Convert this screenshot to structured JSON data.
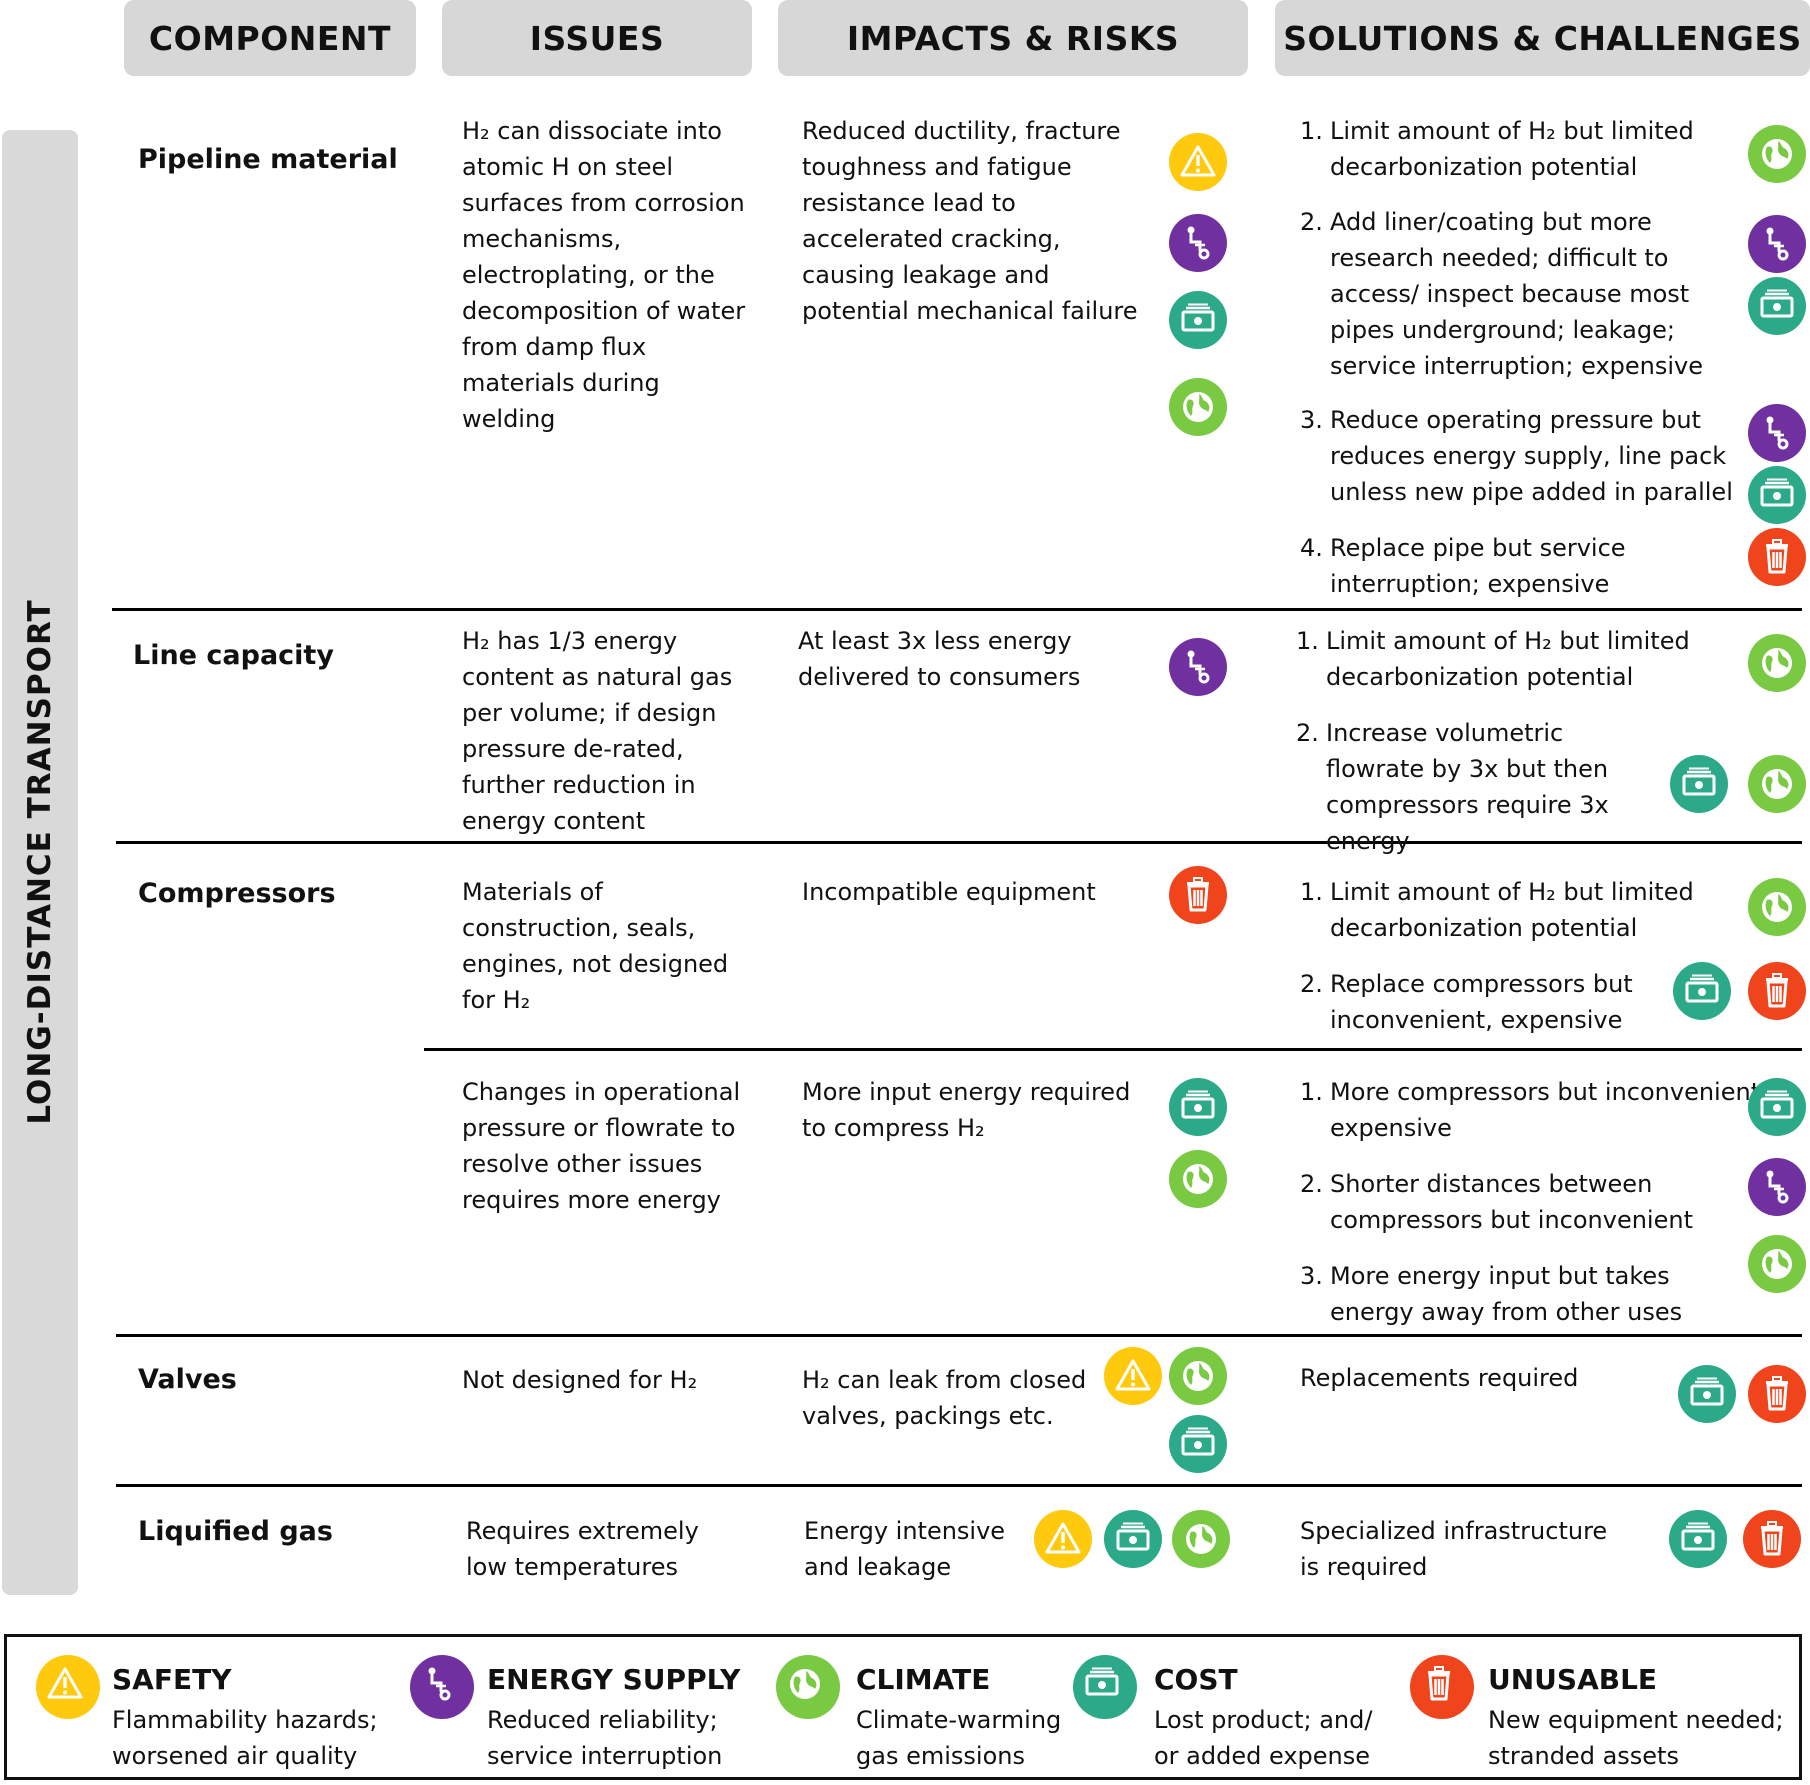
{
  "headers": {
    "component": "COMPONENT",
    "issues": "ISSUES",
    "impacts": "IMPACTS & RISKS",
    "solutions": "SOLUTIONS & CHALLENGES"
  },
  "side_label": "LONG-DISTANCE TRANSPORT",
  "rows": {
    "pipeline": {
      "component": "Pipeline material",
      "issue": "H₂ can dissociate into atomic H on steel surfaces from corrosion mechanisms, electroplating, or the decomposition of water from damp flux materials during welding",
      "impact": "Reduced ductility, fracture toughness and fatigue resistance lead to accelerated cracking, causing leakage and potential mechanical failure",
      "solutions": [
        "Limit amount of H₂ but limited decarbonization potential",
        "Add liner/coating but more research needed; difficult to access/ inspect because most pipes underground; leakage; service interruption; expensive",
        "Reduce operating pressure but reduces energy supply, line pack unless new pipe added in parallel",
        "Replace pipe but service interruption; expensive"
      ]
    },
    "line_capacity": {
      "component": "Line capacity",
      "issue": "H₂ has 1/3 energy content as natural gas per volume; if design pressure de-rated, further reduction in energy content",
      "impact": "At least 3x less energy delivered to consumers",
      "solutions": [
        "Limit amount of H₂ but limited decarbonization potential",
        "Increase volumetric flowrate by 3x but then compressors require 3x energy"
      ]
    },
    "compressors": {
      "component": "Compressors",
      "issue": "Materials of construction, seals, engines,  not designed for H₂",
      "impact": "Incompatible equipment",
      "solutions": [
        "Limit amount of H₂ but limited decarbonization potential",
        "Replace compressors but inconvenient, expensive"
      ],
      "issue2": "Changes in operational pressure or flowrate to resolve other issues requires more energy",
      "impact2": "More input energy required to compress H₂",
      "solutions2": [
        "More compressors but inconvenient, expensive",
        "Shorter distances between compressors but inconvenient",
        "More energy input but takes energy away from other uses"
      ]
    },
    "valves": {
      "component": "Valves",
      "issue": "Not designed for H₂",
      "impact": "H₂ can leak from closed valves, packings etc.",
      "solution": "Replacements required"
    },
    "liquified": {
      "component": "Liquified gas",
      "issue": "Requires extremely low temperatures",
      "impact": "Energy intensive and leakage",
      "solution": "Specialized infrastructure is required"
    }
  },
  "legend": {
    "safety": {
      "title": "SAFETY",
      "desc1": "Flammability hazards;",
      "desc2": "worsened air quality",
      "color": "#ffc90e",
      "icon": "warning-icon"
    },
    "energy": {
      "title": "ENERGY SUPPLY",
      "desc1": "Reduced reliability;",
      "desc2": "service interruption",
      "color": "#7030a0",
      "icon": "pipe-icon"
    },
    "climate": {
      "title": "CLIMATE",
      "desc1": "Climate-warming",
      "desc2": "gas emissions",
      "color": "#7ac943",
      "icon": "globe-icon"
    },
    "cost": {
      "title": "COST",
      "desc1": "Lost product; and/",
      "desc2": "or added expense",
      "color": "#2ca989",
      "icon": "money-icon"
    },
    "unusable": {
      "title": "UNUSABLE",
      "desc1": "New equipment needed;",
      "desc2": "stranded assets",
      "color": "#f0441c",
      "icon": "trash-icon"
    }
  }
}
